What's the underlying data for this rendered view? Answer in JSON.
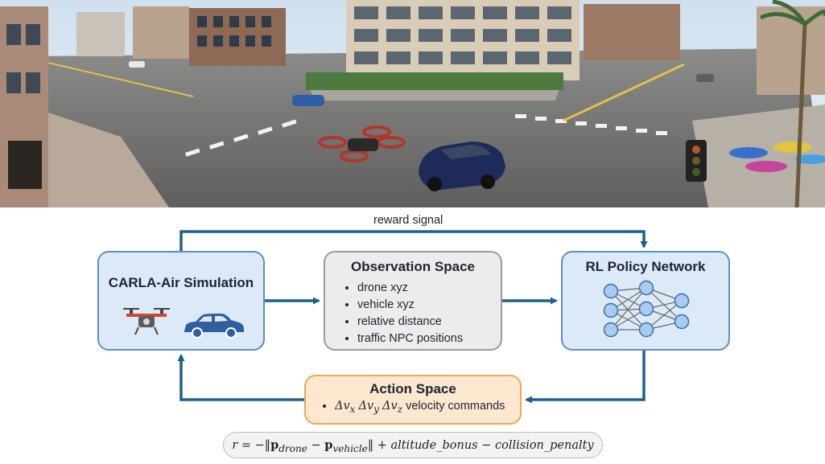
{
  "diagram": {
    "reward_label": "reward signal",
    "simulation": {
      "title": "CARLA-Air Simulation",
      "icons": [
        "drone-icon",
        "car-icon"
      ]
    },
    "observation": {
      "title": "Observation Space",
      "items": [
        "drone xyz",
        "vehicle xyz",
        "relative distance",
        "traffic NPC positions"
      ]
    },
    "policy": {
      "title": "RL Policy Network",
      "icons": [
        "neural-network-icon"
      ]
    },
    "action": {
      "title": "Action Space",
      "deltas": [
        "Δv",
        "x",
        "Δv",
        "y",
        "Δv",
        "z"
      ],
      "suffix": " velocity commands"
    },
    "formula": {
      "r": "r",
      "eq": " = −‖",
      "p1": "p",
      "sub1": "drone",
      "minus": " − ",
      "p2": "p",
      "sub2": "vehicle",
      "close": "‖ + ",
      "bonus": "altitude_bonus",
      "minus2": " − ",
      "penalty": "collision_penalty"
    },
    "colors": {
      "arrow": "#1f5f8b",
      "sim_fill": "#dce9f6",
      "action_fill": "#fce7cf",
      "drone_red": "#d64530",
      "car_blue": "#2f5f9e"
    }
  }
}
